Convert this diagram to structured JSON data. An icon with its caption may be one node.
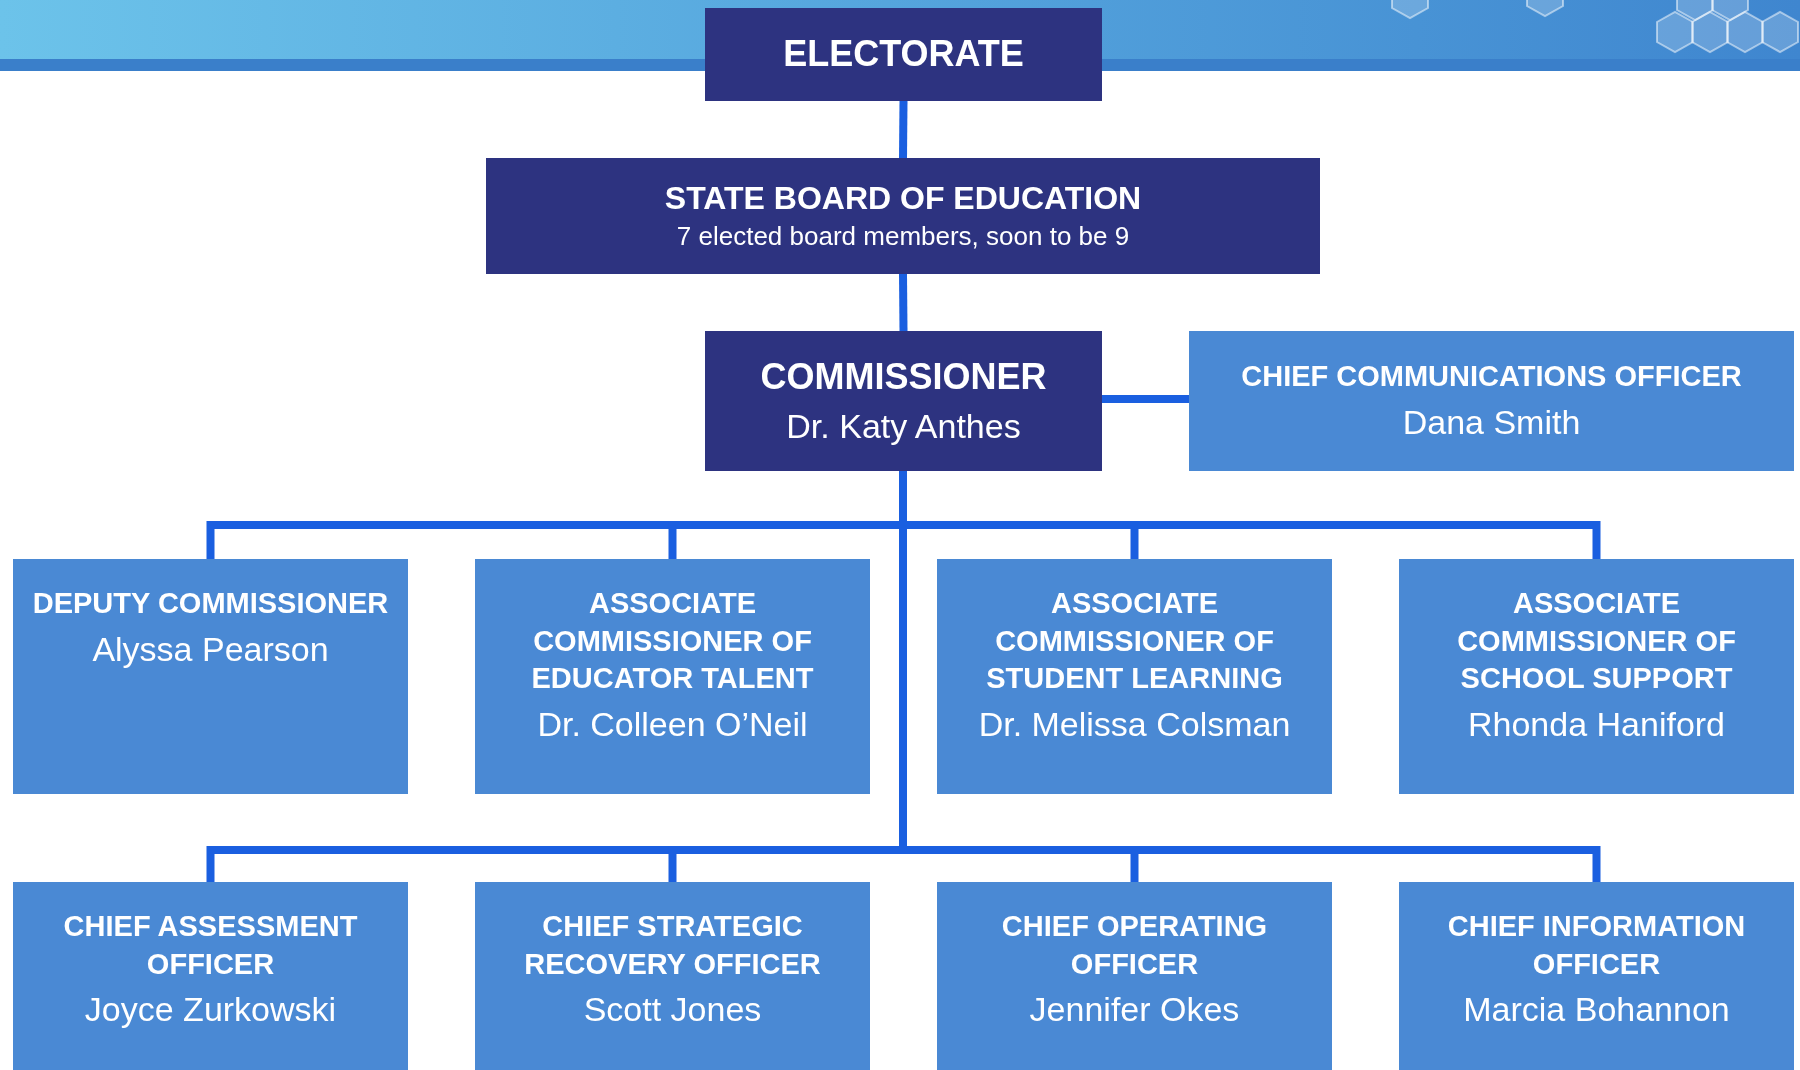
{
  "diagram": {
    "nodes": [
      {
        "text": [
          "ELECTORATE"
        ]
      },
      {
        "text": [
          "STATE BOARD OF EDUCATION",
          "7 elected board members, soon to be 9"
        ]
      },
      {
        "text": [
          "COMMISSIONER",
          "Dr. Katy Anthes"
        ]
      },
      {
        "text": [
          "CHIEF COMMUNICATIONS OFFICER",
          "Dana Smith"
        ]
      },
      {
        "text": [
          "DEPUTY COMMISSIONER",
          "Alyssa Pearson"
        ]
      },
      {
        "text": [
          "ASSOCIATE COMMISSIONER OF EDUCATOR TALENT",
          "Dr. Colleen O’Neil"
        ]
      },
      {
        "text": [
          "ASSOCIATE COMMISSIONER OF STUDENT LEARNING",
          "Dr. Melissa Colsman"
        ]
      },
      {
        "text": [
          "ASSOCIATE COMMISSIONER OF SCHOOL SUPPORT",
          "Rhonda Haniford"
        ]
      },
      {
        "text": [
          "CHIEF ASSESSMENT OFFICER",
          "Joyce Zurkowski"
        ]
      },
      {
        "text": [
          "CHIEF STRATEGIC RECOVERY OFFICER",
          "Scott Jones"
        ]
      },
      {
        "text": [
          "CHIEF OPERATING OFFICER",
          "Jennifer Okes"
        ]
      },
      {
        "text": [
          "CHIEF INFORMATION OFFICER",
          "Marcia Bohannon"
        ]
      }
    ],
    "edges": [
      {
        "from": 0,
        "to": 1,
        "arrow": "none"
      },
      {
        "from": 1,
        "to": 2,
        "arrow": "none"
      },
      {
        "from": 2,
        "to": 3,
        "arrow": "none"
      },
      {
        "from": 2,
        "to": 4,
        "arrow": "none"
      },
      {
        "from": 2,
        "to": 5,
        "arrow": "none"
      },
      {
        "from": 2,
        "to": 6,
        "arrow": "none"
      },
      {
        "from": 2,
        "to": 7,
        "arrow": "none"
      },
      {
        "from": 2,
        "to": 8,
        "arrow": "none"
      },
      {
        "from": 2,
        "to": 9,
        "arrow": "none"
      },
      {
        "from": 2,
        "to": 10,
        "arrow": "none"
      },
      {
        "from": 2,
        "to": 11,
        "arrow": "none"
      }
    ]
  }
}
